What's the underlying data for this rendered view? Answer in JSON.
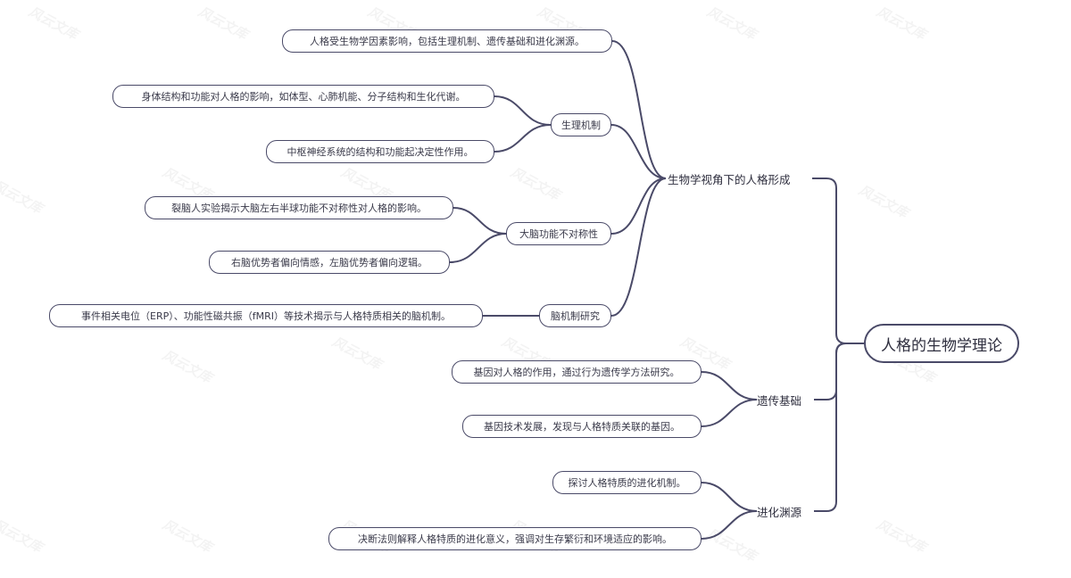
{
  "brand": {
    "line_color": "#4a4a68",
    "text_color": "#3a3a4a",
    "watermark_text": "风云文库"
  },
  "mindmap": {
    "root": {
      "label": "人格的生物学理论"
    },
    "branches": [
      {
        "label": "生物学视角下的人格形成",
        "children": [
          {
            "label": "人格受生物学因素影响，包括生理机制、遗传基础和进化渊源。"
          },
          {
            "label": "生理机制",
            "children": [
              {
                "label": "身体结构和功能对人格的影响，如体型、心肺机能、分子结构和生化代谢。"
              },
              {
                "label": "中枢神经系统的结构和功能起决定性作用。"
              }
            ]
          },
          {
            "label": "大脑功能不对称性",
            "children": [
              {
                "label": "裂脑人实验揭示大脑左右半球功能不对称性对人格的影响。"
              },
              {
                "label": "右脑优势者偏向情感，左脑优势者偏向逻辑。"
              }
            ]
          },
          {
            "label": "脑机制研究",
            "children": [
              {
                "label": "事件相关电位（ERP）、功能性磁共振（fMRI）等技术揭示与人格特质相关的脑机制。"
              }
            ]
          }
        ]
      },
      {
        "label": "遗传基础",
        "children": [
          {
            "label": "基因对人格的作用，通过行为遗传学方法研究。"
          },
          {
            "label": "基因技术发展，发现与人格特质关联的基因。"
          }
        ]
      },
      {
        "label": "进化渊源",
        "children": [
          {
            "label": "探讨人格特质的进化机制。"
          },
          {
            "label": "决断法则解释人格特质的进化意义，强调对生存繁衍和环境适应的影响。"
          }
        ]
      }
    ]
  }
}
